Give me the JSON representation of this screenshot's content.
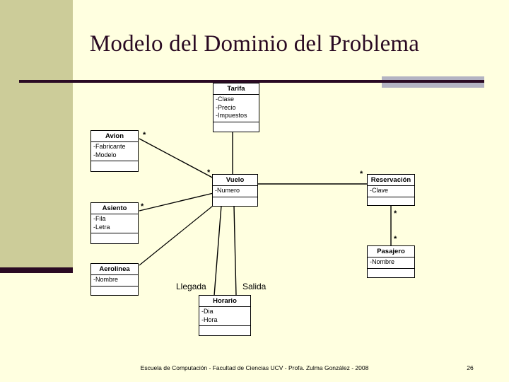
{
  "slide": {
    "title": "Modelo del Dominio del Problema",
    "background_color": "#FFFFE0",
    "band_color": "#CCCC99",
    "accent_color": "#2A0A23",
    "rule_accent_color": "#B3B3C2"
  },
  "diagram": {
    "type": "uml-class-diagram",
    "classes": [
      {
        "id": "tarifa",
        "name": "Tarifa",
        "attributes": [
          "-Clase",
          "-Precio",
          "-Impuestos"
        ],
        "operations": []
      },
      {
        "id": "avion",
        "name": "Avion",
        "attributes": [
          "-Fabricante",
          "-Modelo"
        ],
        "operations": []
      },
      {
        "id": "vuelo",
        "name": "Vuelo",
        "attributes": [
          "-Numero"
        ],
        "operations": []
      },
      {
        "id": "reservacion",
        "name": "Reservación",
        "attributes": [
          "-Clave"
        ],
        "operations": []
      },
      {
        "id": "asiento",
        "name": "Asiento",
        "attributes": [
          "-Fila",
          "-Letra"
        ],
        "operations": []
      },
      {
        "id": "pasajero",
        "name": "Pasajero",
        "attributes": [
          "-Nombre"
        ],
        "operations": []
      },
      {
        "id": "aerolinea",
        "name": "Aerolinea",
        "attributes": [
          "-Nombre"
        ],
        "operations": []
      },
      {
        "id": "horario",
        "name": "Horario",
        "attributes": [
          "-Dia",
          "-Hora"
        ],
        "operations": []
      }
    ],
    "multiplicities": [
      {
        "id": "m-avion",
        "value": "*"
      },
      {
        "id": "m-vuelo-left",
        "value": "*"
      },
      {
        "id": "m-asiento",
        "value": "*"
      },
      {
        "id": "m-reservacion-left",
        "value": "*"
      },
      {
        "id": "m-reservacion-bottom",
        "value": "*"
      },
      {
        "id": "m-pasajero-top",
        "value": "*"
      }
    ],
    "association_labels": [
      {
        "id": "llegada",
        "value": "Llegada"
      },
      {
        "id": "salida",
        "value": "Salida"
      }
    ]
  },
  "footer": {
    "credit": "Escuela de Computación - Facultad de Ciencias UCV - Profa. Zulma González - 2008",
    "page_number": "26"
  }
}
